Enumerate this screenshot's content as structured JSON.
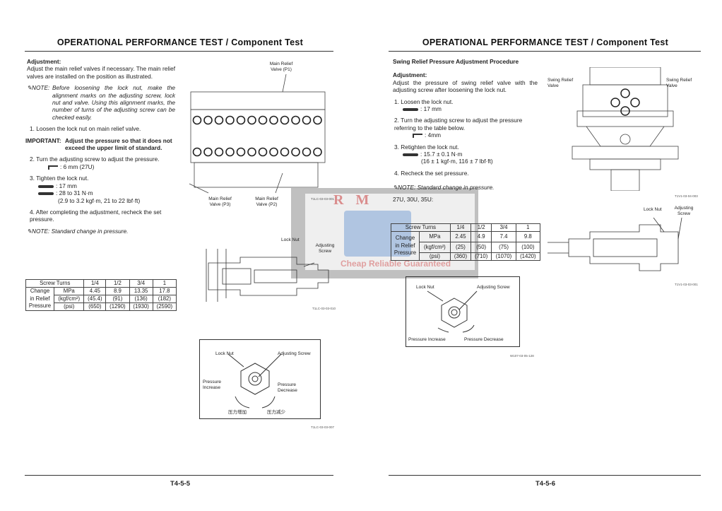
{
  "left_page": {
    "header": "OPERATIONAL PERFORMANCE TEST / Component Test",
    "adjustment_heading": "Adjustment:",
    "adjustment_text": "Adjust the main relief valves if necessary. The main relief valves are installed on the position as illustrated.",
    "note1_label": "NOTE:",
    "note1_text": "Before loosening the lock nut, make the alignment marks on the adjusting screw, lock nut and valve. Using this alignment marks, the number of turns of the adjusting screw can be checked easily.",
    "step1": "1. Loosen the lock nut on main relief valve.",
    "important_label": "IMPORTANT:",
    "important_text": "Adjust the pressure so that it does not exceed the upper limit of standard.",
    "step2": "2. Turn the adjusting screw to adjust the pressure.",
    "step2_tool": ": 6 mm (27U)",
    "step3": "3. Tighten the lock nut.",
    "step3_wrench": ": 17 mm",
    "step3_torque": ": 28 to 31 N·m",
    "step3_torque2": "(2.9 to 3.2 kgf·m, 21 to 22 lbf·ft)",
    "step4": "4. After completing the adjustment, recheck the set pressure.",
    "note2_label": "NOTE:",
    "note2_text": "Standard change in pressure.",
    "table": {
      "header": [
        "Screw Turns",
        "1/4",
        "1/2",
        "3/4",
        "1"
      ],
      "row_label": "Change in Relief Pressure",
      "rows": [
        [
          "MPa",
          "4.45",
          "8.9",
          "13.35",
          "17.8"
        ],
        [
          "(kgf/cm²)",
          "(45.4)",
          "(91)",
          "(136)",
          "(182)"
        ],
        [
          "(psi)",
          "(650)",
          "(1290)",
          "(1930)",
          "(2590)"
        ]
      ]
    },
    "fig1": {
      "label_p1": "Main Relief Valve (P1)",
      "label_p3": "Main Relief Valve (P3)",
      "label_p2": "Main Relief Valve (P2)",
      "code": "T1LC-03-03-001"
    },
    "fig2": {
      "lock_nut": "Lock Nut",
      "adjusting_screw": "Adjusting Screw",
      "code": "T1LC-03-03-010"
    },
    "fig3": {
      "lock_nut": "Lock Nut",
      "adjusting_screw": "Adjusting Screw",
      "increase": "Pressure Increase",
      "decrease": "Pressure Decrease",
      "increase_cn": "压力增加",
      "decrease_cn": "压力减少",
      "code": "T1LC-03-03-007"
    },
    "page_number": "T4-5-5"
  },
  "right_page": {
    "header": "OPERATIONAL PERFORMANCE TEST / Component Test",
    "section_title": "Swing Relief Pressure Adjustment Procedure",
    "adjustment_heading": "Adjustment:",
    "adjustment_text": "Adjust the pressure of swing relief valve with the adjusting screw after loosening the lock nut.",
    "step1": "1. Loosen the lock nut.",
    "step1_wrench": ": 17 mm",
    "step2": "2. Turn the adjusting screw to adjust the pressure referring to the table below.",
    "step2_tool": ": 4mm",
    "step3": "3. Retighten the lock nut.",
    "step3_torque": ": 15.7 ± 0.1 N·m",
    "step3_torque2": "(16 ± 1 kgf·m, 116 ± 7 lbf·ft)",
    "step4": "4. Recheck the set pressure.",
    "note_label": "NOTE:",
    "note_text": "Standard change in pressure.",
    "models": "27U, 30U, 35U:",
    "table": {
      "header": [
        "Screw Turns",
        "1/4",
        "1/2",
        "3/4",
        "1"
      ],
      "row_label": "Change in Relief Pressure",
      "rows": [
        [
          "MPa",
          "2.45",
          "4.9",
          "7.4",
          "9.8"
        ],
        [
          "(kgf/cm²)",
          "(25)",
          "(50)",
          "(75)",
          "(100)"
        ],
        [
          "(psi)",
          "(360)",
          "(710)",
          "(1070)",
          "(1420)"
        ]
      ]
    },
    "fig1": {
      "left_label": "Swing Relief Valve",
      "right_label": "Swing Relief Valve",
      "code": "T1V1-03-04-003"
    },
    "fig2": {
      "lock_nut": "Lock Nut",
      "adjusting_screw": "Adjusting Screw",
      "code": "T1V1-03-03-001"
    },
    "fig3": {
      "lock_nut": "Lock Nut",
      "adjusting_screw": "Adjusting Screw",
      "increase": "Pressure Increase",
      "decrease": "Pressure Decrease",
      "code": "W107-03-05-128"
    },
    "page_number": "T4-5-6"
  },
  "watermark": {
    "logo": "R M",
    "tagline": "Cheap Reliable Guaranteed"
  }
}
